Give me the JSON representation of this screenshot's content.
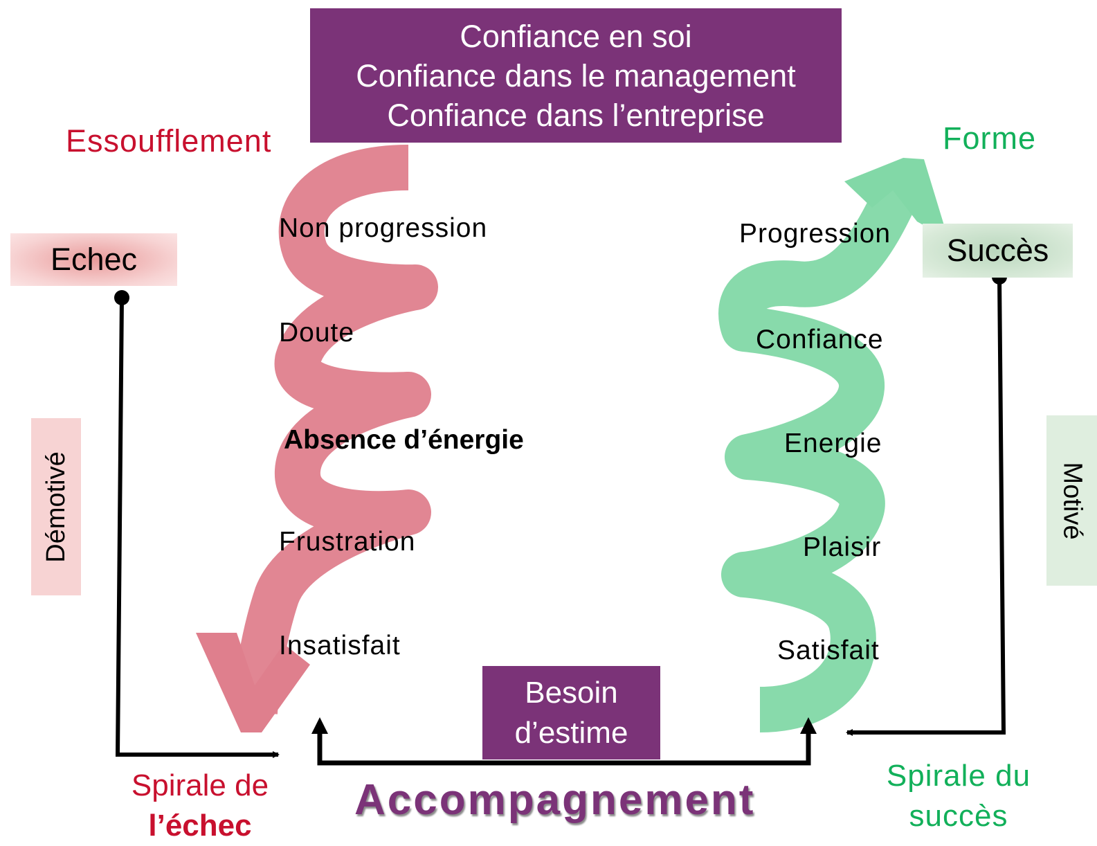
{
  "header_box": {
    "lines": [
      "Confiance en soi",
      "Confiance dans le management",
      "Confiance dans l’entreprise"
    ]
  },
  "left": {
    "title": "Essoufflement",
    "state": "Echec",
    "side_label": "Démotivé",
    "steps": [
      "Non progression",
      "Doute",
      "Absence d’énergie",
      "Frustration",
      "Insatisfait"
    ],
    "footer_line1": "Spirale de",
    "footer_line2": "l’échec"
  },
  "right": {
    "title": "Forme",
    "state": "Succès",
    "side_label": "Motivé",
    "steps": [
      "Progression",
      "Confiance",
      "Energie",
      "Plaisir",
      "Satisfait"
    ],
    "footer_line1": "Spirale du",
    "footer_line2": "succès"
  },
  "center_box": {
    "line1": "Besoin",
    "line2": "d’estime"
  },
  "bottom_title": "Accompagnement",
  "colors": {
    "purple": "#7b3378",
    "red_text": "#c8102e",
    "green_text": "#12b05a",
    "red_spiral": "#df7f8d",
    "green_spiral": "#82d8a7"
  }
}
